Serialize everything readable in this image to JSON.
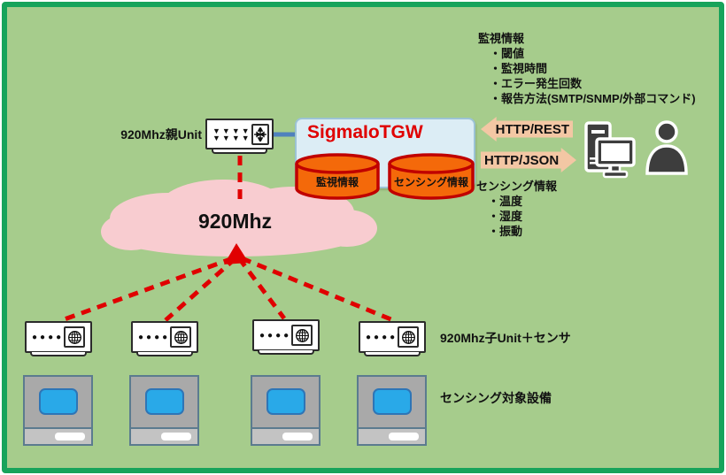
{
  "labels": {
    "parent_unit": "920Mhz親Unit",
    "gateway_title": "SigmaIoTGW",
    "db_monitoring": "監視情報",
    "db_sensing": "センシング情報",
    "arrow_http_rest": "HTTP/REST",
    "arrow_http_json": "HTTP/JSON",
    "cloud": "920Mhz",
    "child_unit": "920Mhz子Unit＋センサ",
    "equipment": "センシング対象設備"
  },
  "monitoring_info": {
    "title": "監視情報",
    "items": [
      "・閾値",
      "・監視時間",
      "・エラー発生回数",
      "・報告方法(SMTP/SNMP/外部コマンド)"
    ]
  },
  "sensing_info": {
    "title": "センシング情報",
    "items": [
      "・温度",
      "・湿度",
      "・振動"
    ]
  },
  "icons": {
    "parent_unit_vents_row": "▼▼▼▼",
    "child_unit_dots": "●●●●",
    "rf_module_icon": "inward arrows cross",
    "globe_icon": "wireframe globe",
    "computer_icon": "desktop PC tower and monitor",
    "user_icon": "person silhouette"
  },
  "colors": {
    "frame_green": "#17a35b",
    "background_green": "#a6cc8c",
    "cloud_pink": "#f8ccd0",
    "signal_red": "#e00000",
    "cylinder_orange": "#f4690a",
    "cylinder_border_red": "#c00000",
    "gateway_fill": "#dcedf5",
    "gateway_border": "#9cc3d5",
    "gateway_title_red": "#e00000",
    "arrow_peach": "#f3c7a4",
    "connector_blue": "#4f81bd",
    "equipment_gray": "#a9a9a9",
    "screen_blue": "#29a9e8",
    "icon_dark_gray": "#3d3d3d"
  }
}
